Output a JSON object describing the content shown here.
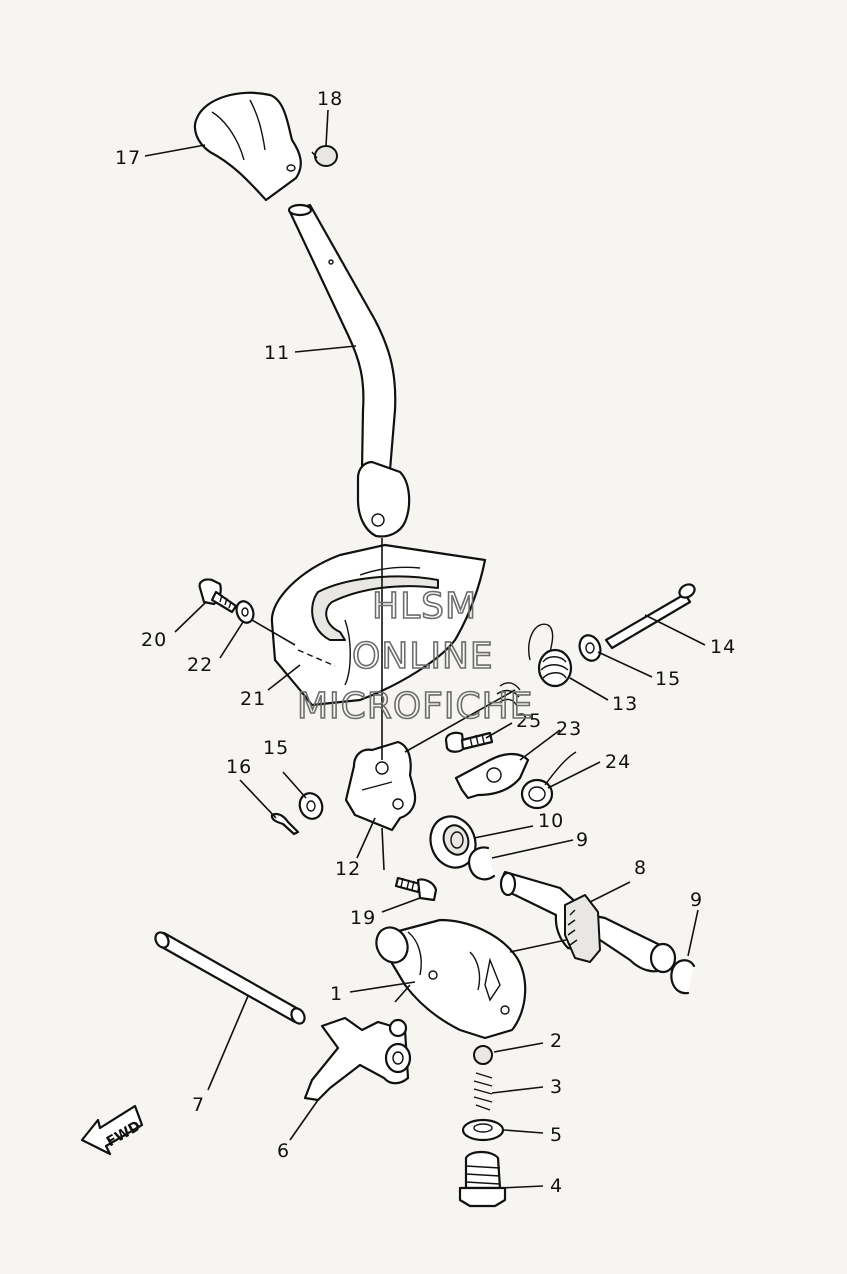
{
  "diagram": {
    "callouts": [
      {
        "id": "17",
        "label": "17"
      },
      {
        "id": "18",
        "label": "18"
      },
      {
        "id": "11",
        "label": "11"
      },
      {
        "id": "20",
        "label": "20"
      },
      {
        "id": "22",
        "label": "22"
      },
      {
        "id": "21",
        "label": "21"
      },
      {
        "id": "14",
        "label": "14"
      },
      {
        "id": "15a",
        "label": "15"
      },
      {
        "id": "13",
        "label": "13"
      },
      {
        "id": "25",
        "label": "25"
      },
      {
        "id": "23",
        "label": "23"
      },
      {
        "id": "24",
        "label": "24"
      },
      {
        "id": "16",
        "label": "16"
      },
      {
        "id": "15b",
        "label": "15"
      },
      {
        "id": "12",
        "label": "12"
      },
      {
        "id": "10",
        "label": "10"
      },
      {
        "id": "9a",
        "label": "9"
      },
      {
        "id": "8",
        "label": "8"
      },
      {
        "id": "19",
        "label": "19"
      },
      {
        "id": "9b",
        "label": "9"
      },
      {
        "id": "1",
        "label": "1"
      },
      {
        "id": "2",
        "label": "2"
      },
      {
        "id": "3",
        "label": "3"
      },
      {
        "id": "5",
        "label": "5"
      },
      {
        "id": "4",
        "label": "4"
      },
      {
        "id": "7",
        "label": "7"
      },
      {
        "id": "6",
        "label": "6"
      }
    ],
    "fwd_label": "FWD",
    "watermark": [
      "HLSM",
      "ONLINE",
      "MICROFICHE"
    ]
  }
}
